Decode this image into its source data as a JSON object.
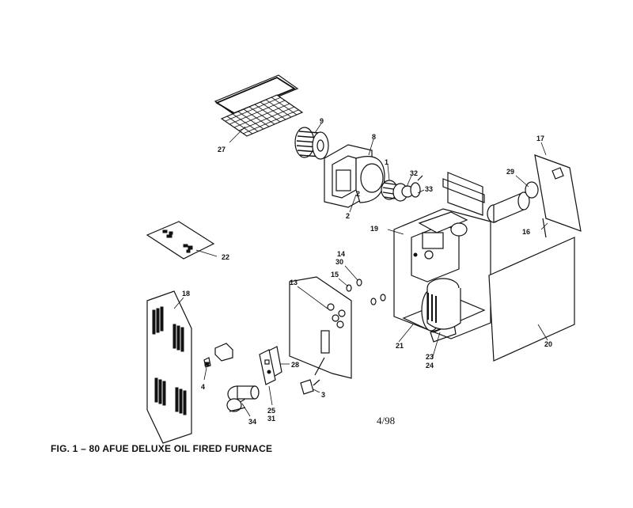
{
  "figure": {
    "caption": "FIG. 1 – 80 AFUE DELUXE OIL FIRED FURNACE",
    "date_code": "4/98"
  },
  "callouts": {
    "c1": "1",
    "c2a": "2",
    "c2b": "2",
    "c3": "3",
    "c4": "4",
    "c8": "8",
    "c9": "9",
    "c13": "13",
    "c14": "14",
    "c15": "15",
    "c16": "16",
    "c17": "17",
    "c18": "18",
    "c19": "19",
    "c20": "20",
    "c21": "21",
    "c22": "22",
    "c23": "23",
    "c24": "24",
    "c25": "25",
    "c27": "27",
    "c28": "28",
    "c29": "29",
    "c30": "30",
    "c31": "31",
    "c32": "32",
    "c33": "33",
    "c34": "34"
  }
}
